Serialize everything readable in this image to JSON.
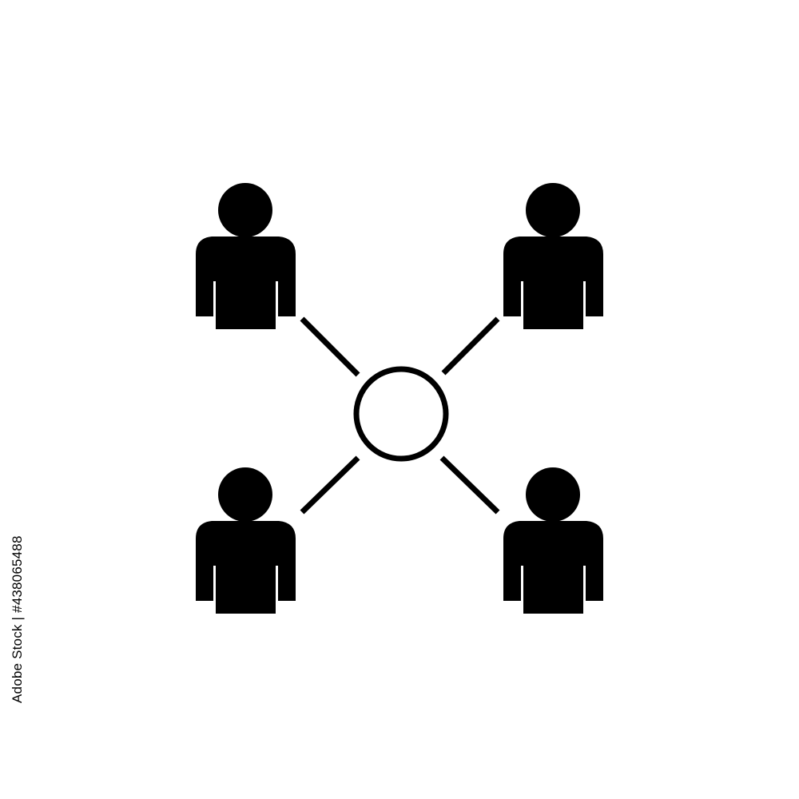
{
  "image": {
    "watermark_text": "Adobe Stock | #438065488",
    "background_color": "#ffffff",
    "foreground_color": "#000000"
  },
  "icon": {
    "name": "network-people-icon",
    "hub": "circle-node",
    "people_count": 4
  }
}
